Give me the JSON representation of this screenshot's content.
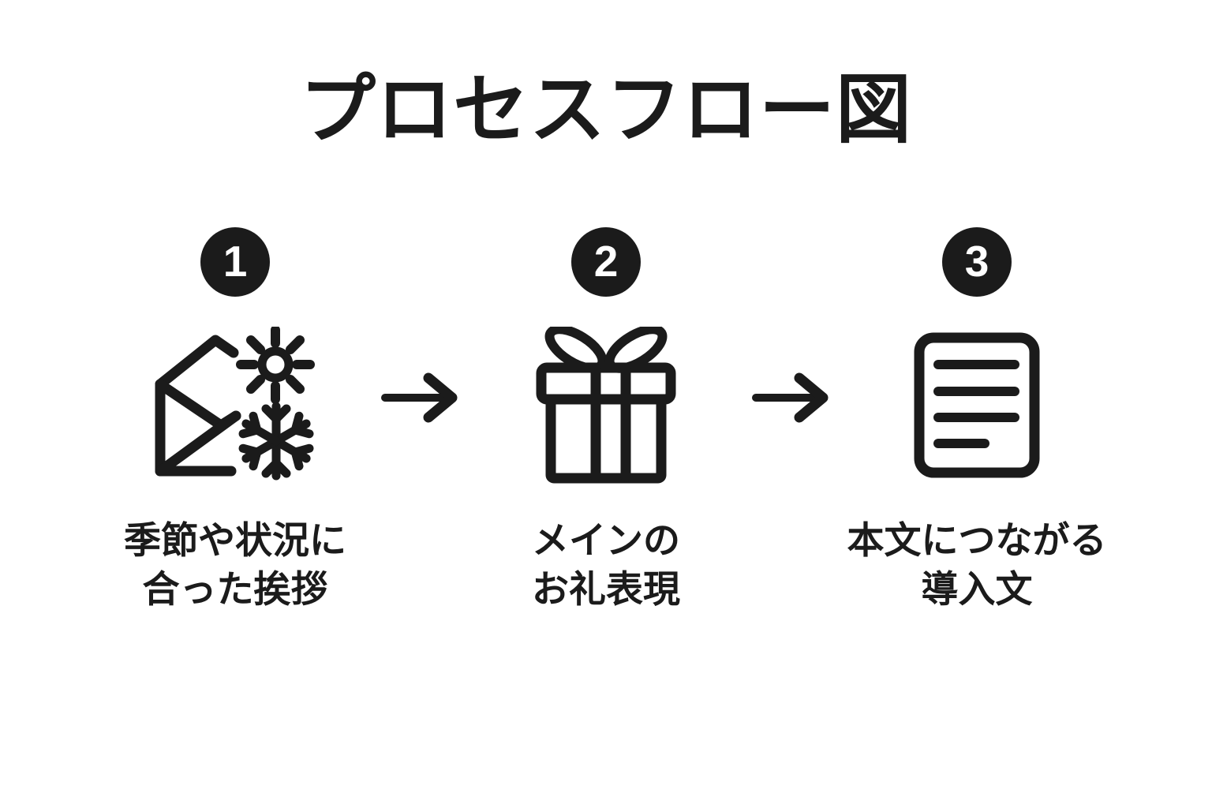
{
  "title": "プロセスフロー図",
  "steps": [
    {
      "number": "1",
      "icon": "envelope-seasons-icon",
      "label_line1": "季節や状況に",
      "label_line2": "合った挨拶"
    },
    {
      "number": "2",
      "icon": "gift-icon",
      "label_line1": "メインの",
      "label_line2": "お礼表現"
    },
    {
      "number": "3",
      "icon": "document-icon",
      "label_line1": "本文につながる",
      "label_line2": "導入文"
    }
  ],
  "arrow_icon": "right-arrow-icon",
  "colors": {
    "ink": "#1b1b1b",
    "background": "#ffffff"
  }
}
